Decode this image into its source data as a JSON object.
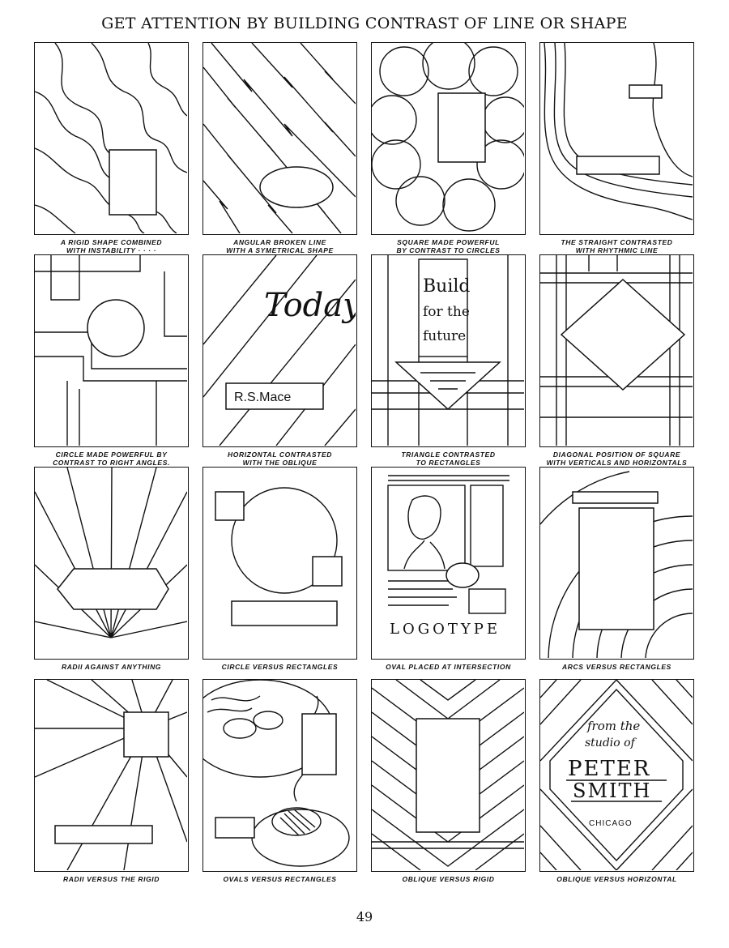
{
  "title": "GET ATTENTION BY BUILDING CONTRAST OF LINE OR SHAPE",
  "page_number": "49",
  "panels": [
    {
      "caption": [
        "A RIGID SHAPE COMBINED",
        "WITH INSTABILITY · · · ·"
      ]
    },
    {
      "caption": [
        "ANGULAR BROKEN LINE",
        "WITH A SYMETRICAL SHAPE"
      ]
    },
    {
      "caption": [
        "SQUARE MADE POWERFUL",
        "BY CONTRAST TO CIRCLES"
      ]
    },
    {
      "caption": [
        "THE STRAIGHT CONTRASTED",
        "WITH RHYTHMIC LINE"
      ]
    },
    {
      "caption": [
        "CIRCLE MADE POWERFUL BY",
        "CONTRAST TO RIGHT ANGLES."
      ]
    },
    {
      "caption": [
        "HORIZONTAL CONTRASTED",
        "WITH THE OBLIQUE"
      ],
      "lettering": [
        "Today",
        "R.S.Mace"
      ]
    },
    {
      "caption": [
        "TRIANGLE CONTRASTED",
        "TO RECTANGLES"
      ],
      "lettering": [
        "Build",
        "for the",
        "future"
      ]
    },
    {
      "caption": [
        "DIAGONAL POSITION OF SQUARE",
        "WITH VERTICALS AND HORIZONTALS"
      ]
    },
    {
      "caption": [
        "RADII AGAINST ANYTHING"
      ]
    },
    {
      "caption": [
        "CIRCLE VERSUS RECTANGLES"
      ]
    },
    {
      "caption": [
        "OVAL PLACED AT INTERSECTION"
      ],
      "lettering": [
        "LOGOTYPE"
      ]
    },
    {
      "caption": [
        "ARCS VERSUS RECTANGLES"
      ]
    },
    {
      "caption": [
        "RADII VERSUS THE RIGID"
      ]
    },
    {
      "caption": [
        "OVALS VERSUS RECTANGLES"
      ]
    },
    {
      "caption": [
        "OBLIQUE VERSUS RIGID"
      ]
    },
    {
      "caption": [
        "OBLIQUE VERSUS HORIZONTAL"
      ],
      "lettering": [
        "from the",
        "studio of",
        "PETER",
        "SMITH",
        "CHICAGO"
      ]
    }
  ]
}
